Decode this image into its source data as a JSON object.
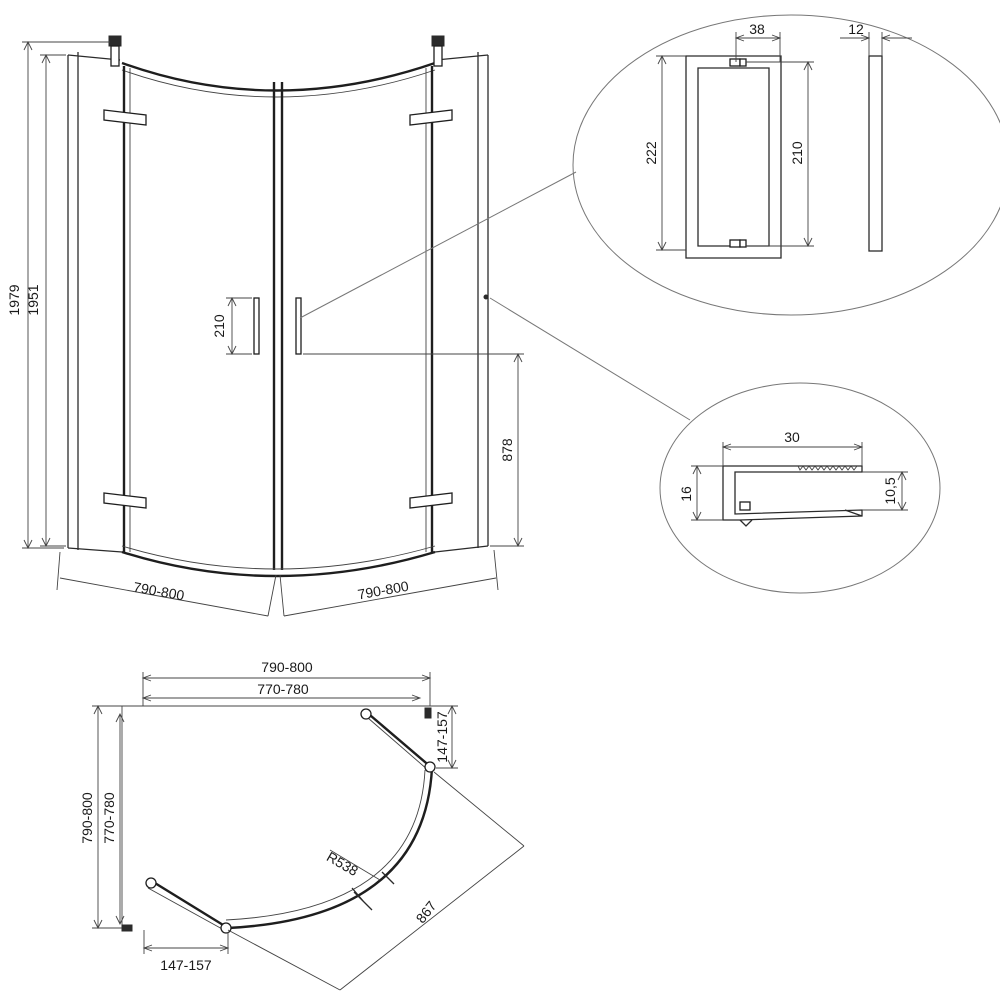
{
  "front_view": {
    "dims": {
      "height_total": "1979",
      "height_glass": "1951",
      "handle_length": "210",
      "handle_height": "878",
      "base_left": "790-800",
      "base_right": "790-800"
    }
  },
  "detail_handle": {
    "dims": {
      "width": "38",
      "thickness": "12",
      "total_length": "222",
      "grip_length": "210"
    }
  },
  "detail_profile": {
    "dims": {
      "width": "30",
      "height": "16",
      "slot": "10,5"
    }
  },
  "plan_view": {
    "dims": {
      "outer_width": "790-800",
      "inner_width": "770-780",
      "outer_depth": "790-800",
      "inner_depth": "770-780",
      "side_panel_right": "147-157",
      "side_panel_bottom": "147-157",
      "radius": "R538",
      "diagonal": "867"
    }
  }
}
